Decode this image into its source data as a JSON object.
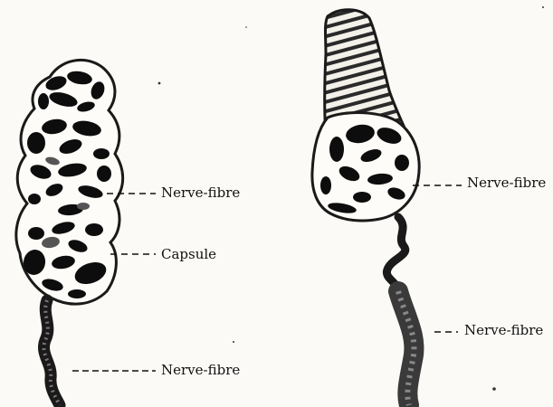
{
  "figure": {
    "labels": {
      "left_nerve_fibre_upper": "Nerve-fibre",
      "left_capsule": "Capsule",
      "left_nerve_fibre_lower": "Nerve-fibre",
      "right_nerve_fibre_upper": "Nerve-fibre",
      "right_nerve_fibre_lower": "Nerve-fibre"
    }
  }
}
